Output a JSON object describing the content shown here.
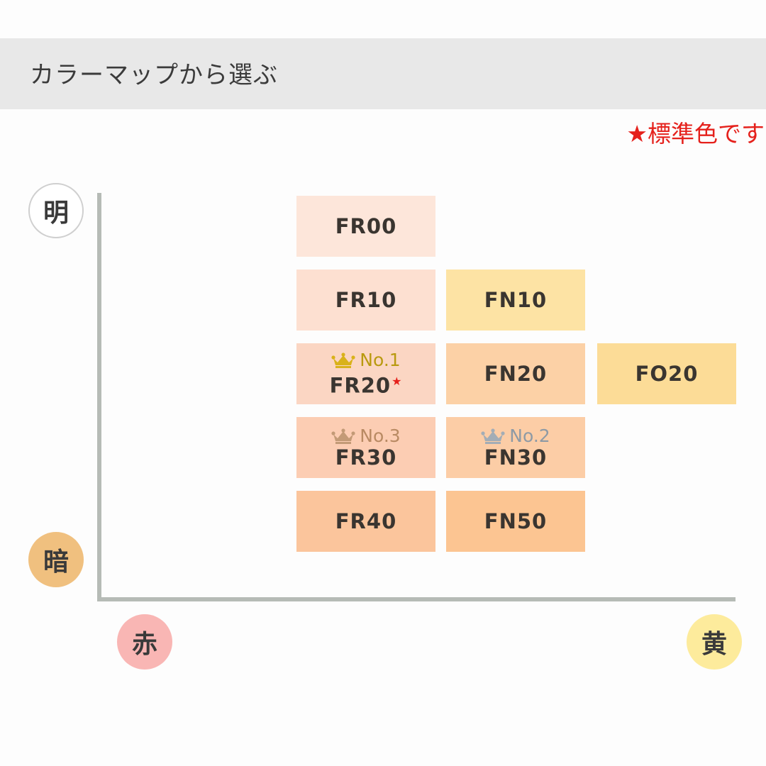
{
  "header": {
    "title": "カラーマップから選ぶ"
  },
  "legend": {
    "star_symbol": "★",
    "standard_text": "標準色です",
    "star_color": "#e5211c"
  },
  "axes": {
    "top": "明",
    "bottom": "暗",
    "left": "赤",
    "right": "黄"
  },
  "swatches": {
    "FR00": {
      "code": "FR00",
      "color": "#fde6da"
    },
    "FR10": {
      "code": "FR10",
      "color": "#fde0d1"
    },
    "FR20": {
      "code": "FR20",
      "color": "#fbd6c3",
      "standard": true,
      "rank_label": "No.1",
      "rank_icon": "gold-crown-icon"
    },
    "FR30": {
      "code": "FR30",
      "color": "#fccdb3",
      "rank_label": "No.3",
      "rank_icon": "bronze-crown-icon"
    },
    "FR40": {
      "code": "FR40",
      "color": "#fbc59c"
    },
    "FN10": {
      "code": "FN10",
      "color": "#fde3a4"
    },
    "FN20": {
      "code": "FN20",
      "color": "#fcd1a6"
    },
    "FN30": {
      "code": "FN30",
      "color": "#fccda6",
      "rank_label": "No.2",
      "rank_icon": "silver-crown-icon"
    },
    "FN50": {
      "code": "FN50",
      "color": "#fcc592"
    },
    "FO20": {
      "code": "FO20",
      "color": "#fcdc97"
    }
  },
  "colors": {
    "rank_gold": "#b99a10",
    "rank_silver": "#8e9aa5",
    "rank_bronze": "#b98a63",
    "axis_line": "#b6bbb6",
    "header_bg": "#e8e8e8"
  }
}
